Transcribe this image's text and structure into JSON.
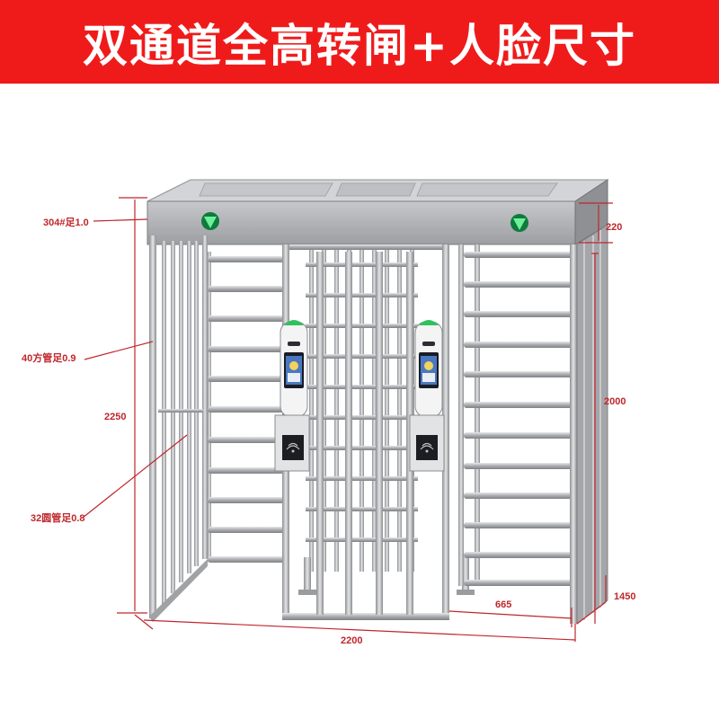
{
  "title": "双通道全高转闸+人脸尺寸",
  "colors": {
    "banner": "#ef1b1b",
    "dimension_lines": "#c0262c",
    "steel": "#b8babd",
    "arrow_green": "#16b35a",
    "reader_green": "#2ec25e"
  },
  "labels": {
    "top_plate_material": "304#足1.0",
    "square_tube": "40方管足0.9",
    "round_tube": "32圆管足0.8",
    "total_height": "2250",
    "top_height": "220",
    "frame_height": "2000",
    "total_width": "2200",
    "channel_width": "665",
    "depth": "1450"
  },
  "icons": {
    "direction_arrow": "down-arrow-icon",
    "card_reader": "rfid-card-icon"
  }
}
